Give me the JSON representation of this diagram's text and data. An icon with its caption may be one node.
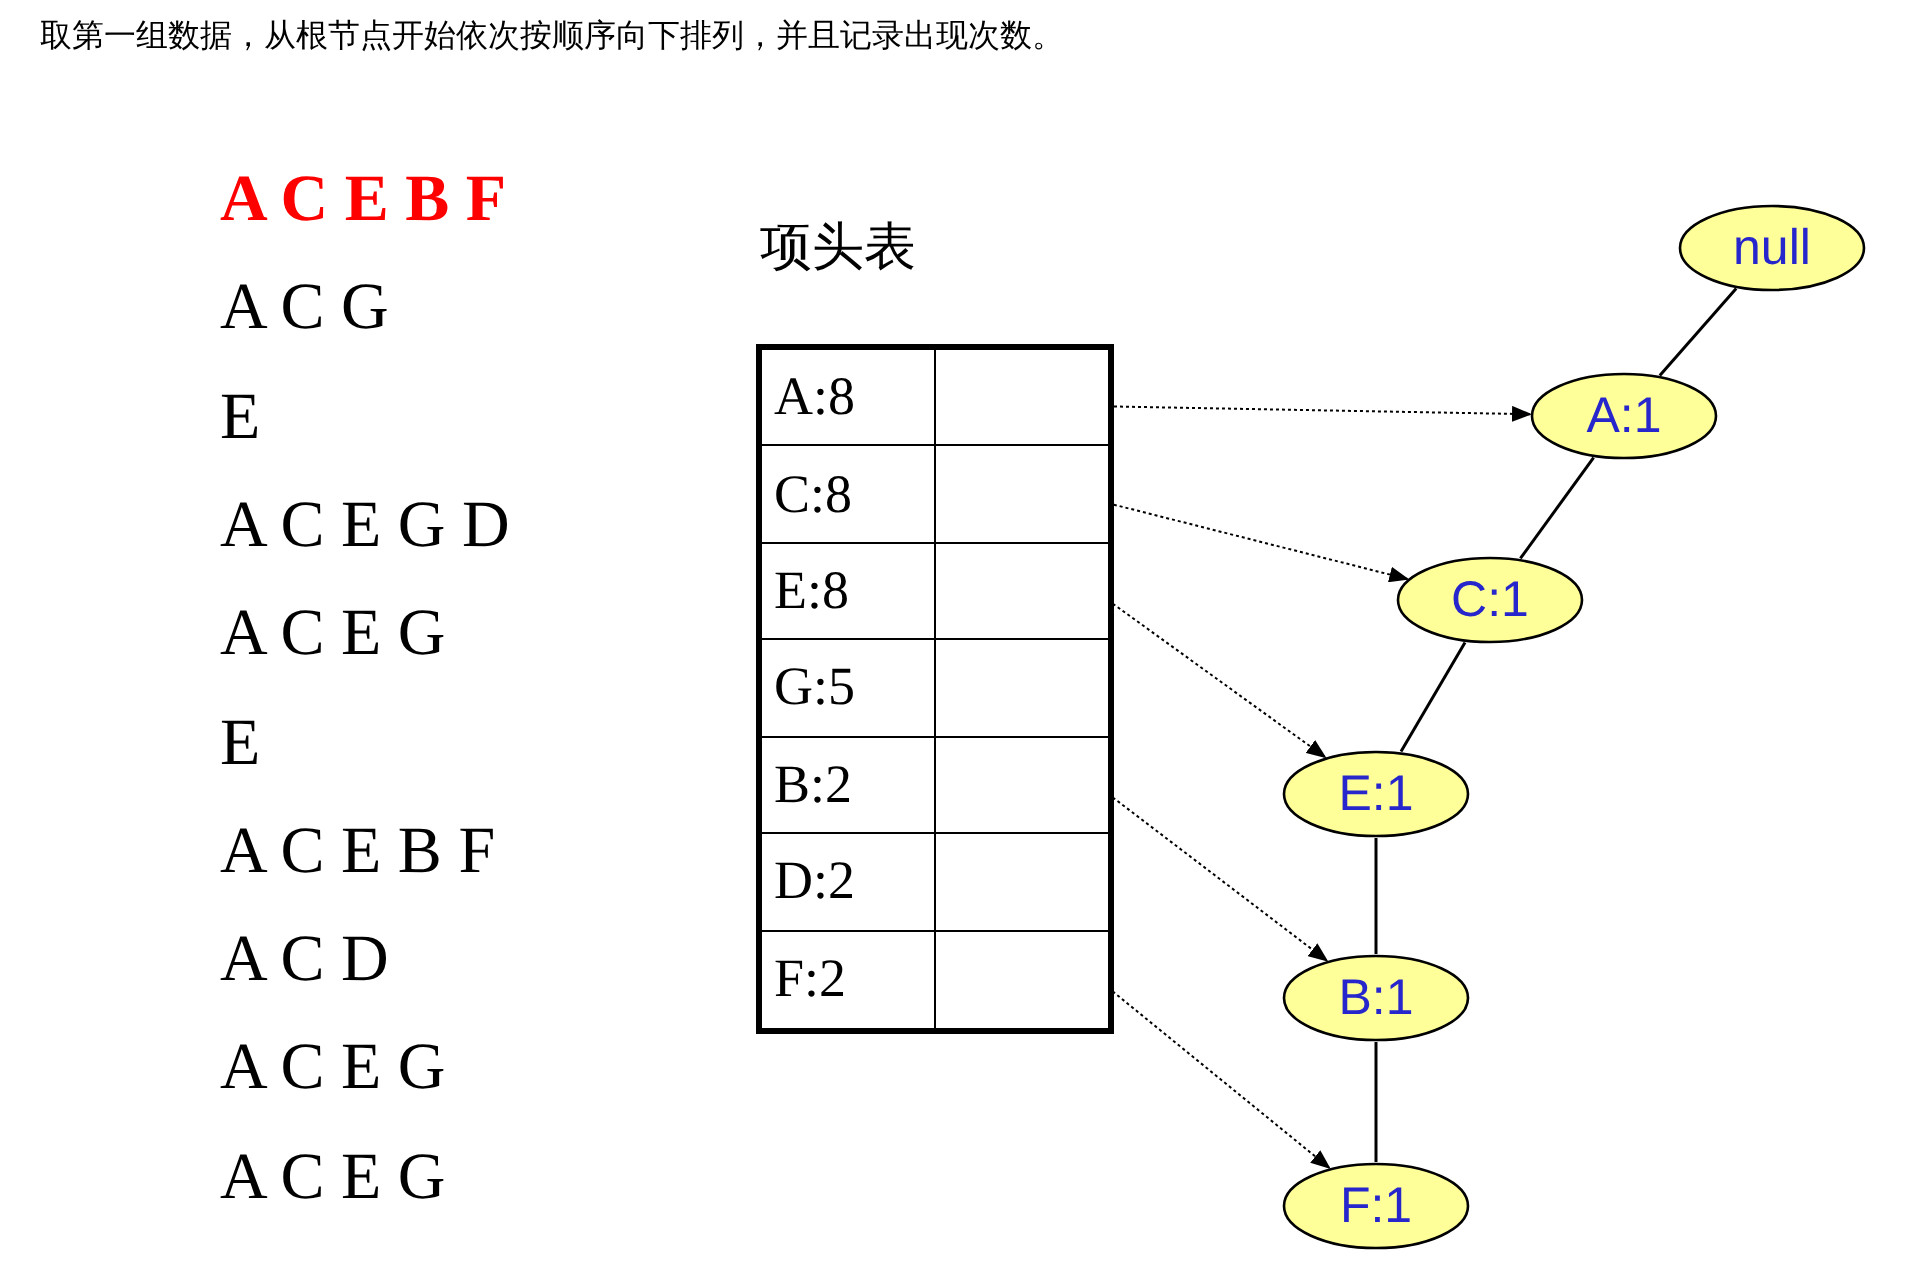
{
  "diagram": {
    "title": "取第一组数据，从根节点开始依次按顺序向下排列，并且记录出现次数。",
    "nodes": [
      {
        "text": [
          "项头表"
        ]
      },
      {
        "text": [
          "A:8"
        ],
        "in": 0
      },
      {
        "text": [],
        "shape": "box",
        "in": 0
      },
      {
        "text": [
          "C:8"
        ],
        "in": 0
      },
      {
        "text": [],
        "shape": "box",
        "in": 0
      },
      {
        "text": [
          "E:8"
        ],
        "in": 0
      },
      {
        "text": [],
        "shape": "box",
        "in": 0
      },
      {
        "text": [
          "G:5"
        ],
        "in": 0
      },
      {
        "text": [],
        "shape": "box",
        "in": 0
      },
      {
        "text": [
          "B:2"
        ],
        "in": 0
      },
      {
        "text": [],
        "shape": "box",
        "in": 0
      },
      {
        "text": [
          "D:2"
        ],
        "in": 0
      },
      {
        "text": [],
        "shape": "box",
        "in": 0
      },
      {
        "text": [
          "F:2"
        ],
        "in": 0
      },
      {
        "text": [],
        "shape": "box",
        "in": 0
      },
      {
        "text": [
          "null"
        ]
      },
      {
        "text": [
          "A:1"
        ]
      },
      {
        "text": [
          "C:1"
        ]
      },
      {
        "text": [
          "E:1"
        ]
      },
      {
        "text": [
          "B:1"
        ]
      },
      {
        "text": [
          "F:1"
        ]
      }
    ],
    "edges": [
      {
        "from": 15,
        "to": 16,
        "arrow": "none"
      },
      {
        "from": 16,
        "to": 17,
        "arrow": "none"
      },
      {
        "from": 17,
        "to": 18,
        "arrow": "none"
      },
      {
        "from": 18,
        "to": 19,
        "arrow": "none"
      },
      {
        "from": 19,
        "to": 20,
        "arrow": "none"
      },
      {
        "from": 2,
        "to": 16,
        "arrow": "to",
        "style": "dashed"
      },
      {
        "from": 4,
        "to": 17,
        "arrow": "to",
        "style": "dashed"
      },
      {
        "from": 6,
        "to": 18,
        "arrow": "to",
        "style": "dashed"
      },
      {
        "from": 10,
        "to": 19,
        "arrow": "to",
        "style": "dashed"
      },
      {
        "from": 14,
        "to": 20,
        "arrow": "to",
        "style": "dashed"
      }
    ],
    "labels": [
      "A C E B F",
      "A C G",
      "E",
      "A C E G D",
      "A C E G",
      "E",
      "A C E B F",
      "A C D",
      "A C E G",
      "A C E G"
    ]
  }
}
